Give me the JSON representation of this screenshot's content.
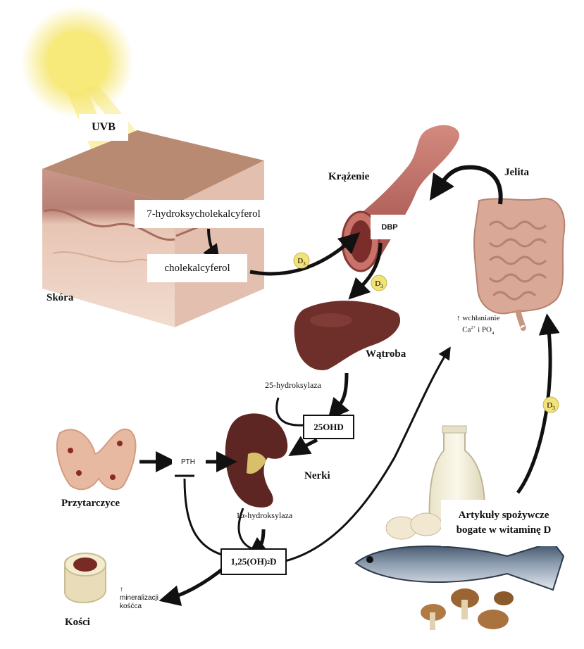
{
  "labels": {
    "uvb": "UVB",
    "skin": "Skóra",
    "precursor": "7-hydroksycholekalcyferol",
    "cholecalciferol": "cholekalcyferol",
    "circulation": "Krążenie",
    "dbp": "DBP",
    "intestine": "Jelita",
    "absorption_line1": "↑ wchłanianie",
    "absorption_ca": "Ca",
    "absorption_ca_charge": "2+",
    "absorption_and": " i PO",
    "absorption_po_sub": "4",
    "liver": "Wątroba",
    "hydroxylase25": "25-hydroksylaza",
    "ohd25": "25OHD",
    "pth": "PTH",
    "parathyroid": "Przytarczyce",
    "kidneys": "Nerki",
    "hydroxylase1a": "1α-hydroksylaza",
    "calcitriol_prefix": "1,25(OH)",
    "calcitriol_sub": "2",
    "calcitriol_suffix": "D",
    "mineralization_arrow": "↑",
    "mineralization_line1": "mineralizacji",
    "mineralization_line2": "kośćca",
    "bones": "Kości",
    "foods_line1": "Artykuły spożywcze",
    "foods_line2": "bogate w witaminę D",
    "d3": "D",
    "d3_sub": "3"
  },
  "colors": {
    "skin_top": "#b98a72",
    "vessel": "#b8625a",
    "liver": "#6e2f2a",
    "kidney": "#5e2623",
    "intestine": "#d9a896",
    "sun": "#f5e56a",
    "d3_badge": "#f2e27a"
  }
}
